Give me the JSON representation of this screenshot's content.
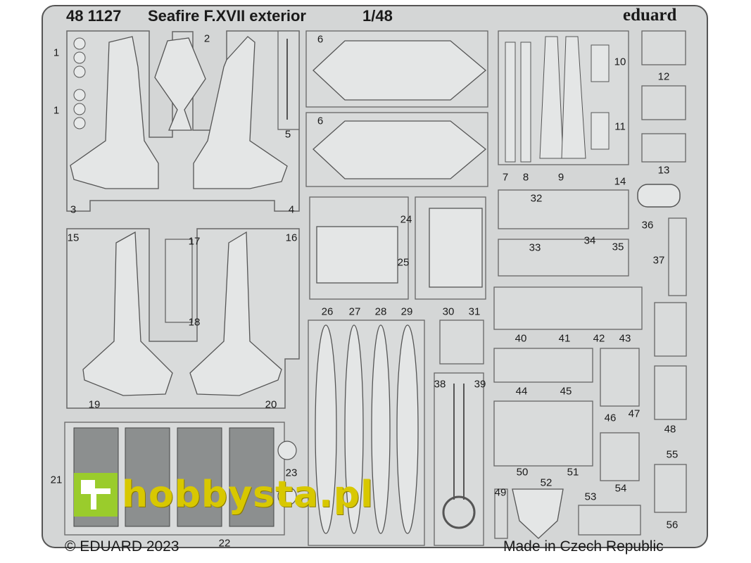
{
  "header": {
    "code": "48 1127",
    "name": "Seafire F.XVII exterior",
    "scale": "1/48",
    "brand": "eduard"
  },
  "footer": {
    "copyright": "© EDUARD 2023",
    "origin": "Made in Czech Republic"
  },
  "watermark": {
    "text": "hobbysta.pl",
    "logo": "hobbysta-logo-icon",
    "color": "#d8c800",
    "logo_color": "#9acc2c"
  },
  "colors": {
    "fret": "#d4d6d6",
    "outline": "#555555",
    "part": "#e4e6e6"
  },
  "part_numbers": [
    "1",
    "1",
    "2",
    "3",
    "4",
    "5",
    "6",
    "6",
    "7",
    "8",
    "9",
    "10",
    "11",
    "12",
    "13",
    "14",
    "15",
    "16",
    "17",
    "18",
    "19",
    "20",
    "21",
    "22",
    "23",
    "24",
    "25",
    "26",
    "27",
    "28",
    "29",
    "30",
    "31",
    "32",
    "33",
    "34",
    "35",
    "36",
    "37",
    "38",
    "39",
    "40",
    "41",
    "42",
    "43",
    "44",
    "45",
    "46",
    "47",
    "48",
    "49",
    "50",
    "51",
    "52",
    "53",
    "54",
    "55",
    "56"
  ]
}
